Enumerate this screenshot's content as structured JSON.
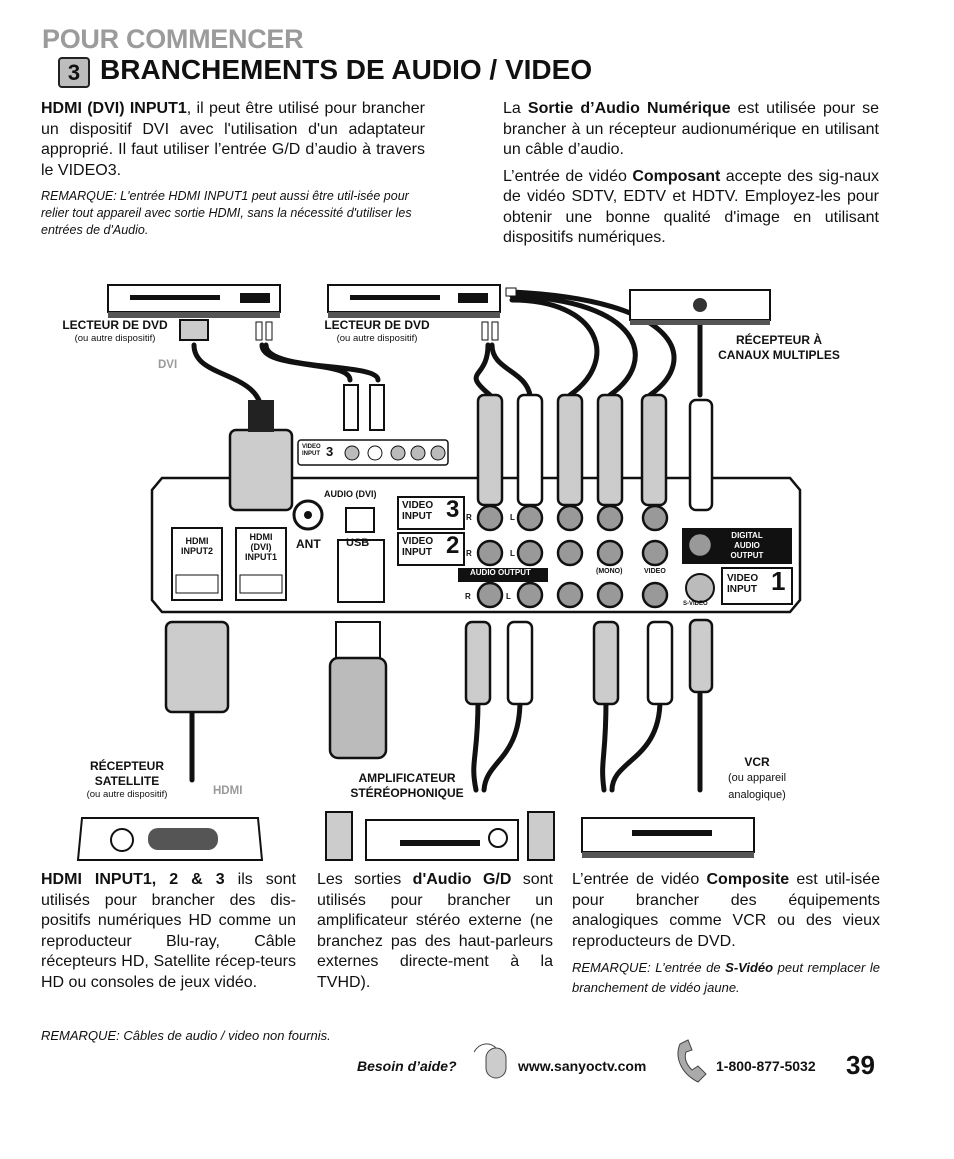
{
  "header": {
    "section": "POUR COMMENCER",
    "step_number": "3",
    "title": "BRANCHEMENTS DE AUDIO / VIDEO"
  },
  "top_left": {
    "lead_bold": "HDMI (DVI) INPUT1",
    "lead_text": ", il peut être utilisé pour brancher un dispositif DVI avec l'utilisation d'un adaptateur approprié. Il faut utiliser l’entrée G/D d’audio à travers le VIDEO3.",
    "note_label": "REMARQUE",
    "note_text": ": L'entrée HDMI INPUT1 peut aussi être util-isée pour relier tout appareil avec sortie HDMI, sans la nécessité d'utiliser les entrées de d'Audio."
  },
  "top_right": {
    "p1_pre": "La ",
    "p1_bold": "Sortie d’Audio Numérique",
    "p1_post": " est utilisée pour se brancher à un récepteur audionumérique en utilisant un câble d’audio.",
    "p2_pre": "L’entrée de vidéo ",
    "p2_bold": "Composant",
    "p2_post": " accepte des sig-naux de vidéo SDTV, EDTV et HDTV. Employez-les pour obtenir une bonne qualité d'image en utilisant dispositifs numériques."
  },
  "diagram": {
    "dvd1_label": "LECTEUR DE DVD",
    "dvd1_sub": "(ou autre dispositif)",
    "dvi_tag": "DVI",
    "dvd2_label": "LECTEUR DE DVD",
    "dvd2_sub": "(ou autre dispositif)",
    "receiver_label": "RÉCEPTEUR À CANAUX MULTIPLES",
    "video_input3_small": "VIDEO INPUT",
    "video_input3_small_num": "3",
    "panel": {
      "audio_dvi": "AUDIO (DVI)",
      "vi3": "VIDEO INPUT",
      "vi3_num": "3",
      "vi2": "VIDEO INPUT",
      "vi2_num": "2",
      "audio_output": "AUDIO OUTPUT",
      "mono": "(MONO)",
      "video": "VIDEO",
      "svideo": "S-VIDEO",
      "digital": "DIGITAL AUDIO OUTPUT",
      "vi1": "VIDEO INPUT",
      "vi1_num": "1",
      "hdmi_logo": "HDMI",
      "input2": "INPUT2",
      "dvi_paren": "(DVI)",
      "input1": "INPUT1",
      "ant": "ANT",
      "usb": "USB",
      "r": "R",
      "l": "L"
    },
    "sat_label": "RÉCEPTEUR SATELLITE",
    "sat_sub": "(ou autre dispositif)",
    "hdmi_tag": "HDMI",
    "amp_label": "AMPLIFICATEUR STÉRÉOPHONIQUE",
    "vcr_label": "VCR",
    "vcr_sub": "(ou appareil analogique)"
  },
  "bottom_left": {
    "bold": "HDMI INPUT1, 2 & 3",
    "text": " ils sont utilisés pour brancher des dis-positifs numériques HD comme un reproducteur Blu-ray, Câble récepteurs HD, Satellite récep-teurs HD ou consoles de jeux vidéo."
  },
  "bottom_mid": {
    "pre": "Les sorties ",
    "bold": "d'Audio G/D",
    "post": " sont utilisés pour brancher un amplificateur stéréo externe (ne branchez pas des haut-parleurs externes directe-ment à la TVHD)."
  },
  "bottom_right": {
    "pre": "L’entrée de vidéo ",
    "bold": "Composite",
    "post": " est util-isée pour brancher des équipements analogiques comme VCR ou des vieux reproducteurs de DVD.",
    "note_label": "REMARQUE",
    "note_pre": ": L’entrée de ",
    "note_bold": "S-Vidéo",
    "note_post": " peut remplacer le branchement de vidéo jaune."
  },
  "footnote": {
    "label": "REMARQUE",
    "text": ": Câbles de audio / video non fournis."
  },
  "footer": {
    "help": "Besoin d’aide?",
    "website": "www.sanyoctv.com",
    "phone": "1-800-877-5032",
    "page": "39"
  }
}
